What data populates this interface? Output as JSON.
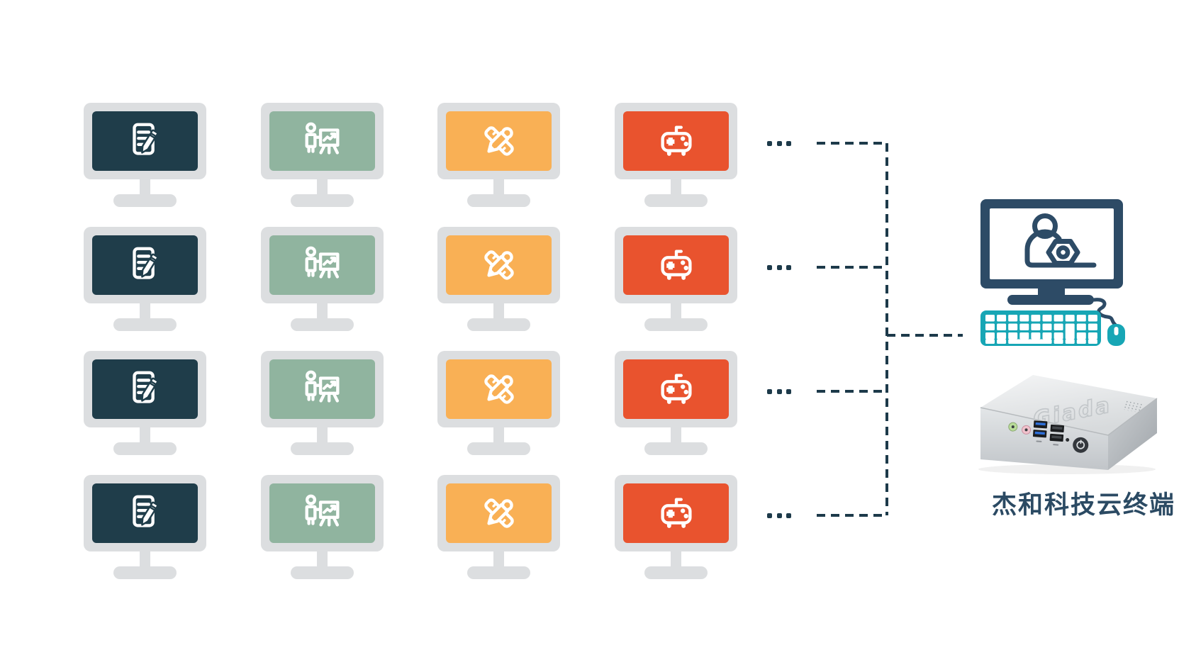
{
  "page": {
    "background": "#ffffff"
  },
  "colors": {
    "bezel": "#dcdee0",
    "connector": "#1d3a4a",
    "terminal_navy": "#2d4b66",
    "teal": "#17a6b5",
    "caption_color": "#2b4a63"
  },
  "monitor_grid": {
    "rows": 4,
    "row_ellipsis_dot_count": 3,
    "columns": [
      {
        "id": "office",
        "icon": "document-pencil-icon",
        "screen_color": "#1f3d4a"
      },
      {
        "id": "presentation",
        "icon": "presentation-icon",
        "screen_color": "#90b49f"
      },
      {
        "id": "design",
        "icon": "ruler-pencil-icon",
        "screen_color": "#f9b055"
      },
      {
        "id": "gaming",
        "icon": "gamepad-icon",
        "screen_color": "#e9532e"
      }
    ]
  },
  "terminal": {
    "caption": "杰和科技云终端",
    "device_logo": "Giada"
  }
}
